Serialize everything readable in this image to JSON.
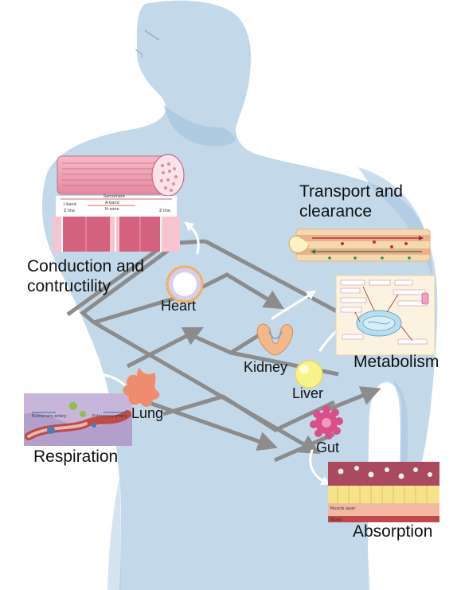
{
  "labels": {
    "transport": "Transport and clearance",
    "conduction": "Conduction and contructility",
    "metabolism": "Metabolism",
    "respiration": "Respiration",
    "absorption": "Absorption",
    "heart": "Heart",
    "kidney": "Kidney",
    "lung": "Lung",
    "liver": "Liver",
    "gut": "Gut"
  },
  "sarcomere": {
    "sarcomere": "Sarcomere",
    "a_band": "A-band",
    "h_zone": "H-zone",
    "i_band": "I-band",
    "z_line": "Z line"
  },
  "respiration_panel": {
    "artery_left": "Pulmonary artery",
    "artery_right": "Pulmonary artery"
  },
  "absorption_panel": {
    "muscle_layer": "Muscle layer",
    "blood": "Blood"
  },
  "colors": {
    "body": "#c3d9ea",
    "body_shadow": "#a9c7df",
    "pathway": "#8c8c8c",
    "muscle": "#e58aa0",
    "liver": "#f7f28a",
    "gut": "#d94f8a",
    "lung": "#f08c6e"
  }
}
